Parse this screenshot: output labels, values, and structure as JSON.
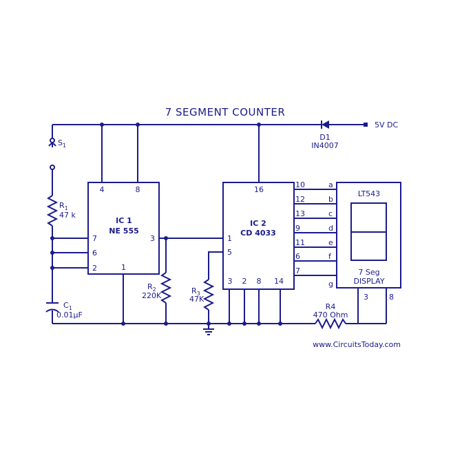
{
  "title": "7 SEGMENT COUNTER",
  "supply": "5V DC",
  "website": "www.CircuitsToday.com",
  "diode": {
    "ref": "D1",
    "part": "IN4007"
  },
  "switch": {
    "ref": "S",
    "sub": "1"
  },
  "r1": {
    "ref": "R",
    "sub": "1",
    "value": "47 k"
  },
  "r2": {
    "ref": "R",
    "sub": "2",
    "value": "220K"
  },
  "r3": {
    "ref": "R",
    "sub": "3",
    "value": "47K"
  },
  "r4": {
    "ref": "R4",
    "value": "470 Ohm"
  },
  "c1": {
    "ref": "C",
    "sub": "1",
    "value": "0.01µF"
  },
  "ic1": {
    "name": "IC 1",
    "part": "NE 555",
    "pins": {
      "p4": "4",
      "p8": "8",
      "p7": "7",
      "p6": "6",
      "p2": "2",
      "p1": "1",
      "p3": "3"
    }
  },
  "ic2": {
    "name": "IC 2",
    "part": "CD 4033",
    "pins": {
      "p16": "16",
      "p1": "1",
      "p5": "5",
      "p3": "3",
      "p2": "2",
      "p8": "8",
      "p14": "14",
      "p10": "10",
      "p12": "12",
      "p13": "13",
      "p9": "9",
      "p11": "11",
      "p6": "6",
      "p7": "7"
    }
  },
  "display": {
    "part": "LT543",
    "label1": "7 Seg",
    "label2": "DISPLAY",
    "pins": {
      "p3": "3",
      "p8": "8"
    },
    "segments": [
      "a",
      "b",
      "c",
      "d",
      "e",
      "f",
      "g"
    ]
  },
  "colors": {
    "ink": "#1a1a8c",
    "background": "#ffffff"
  }
}
